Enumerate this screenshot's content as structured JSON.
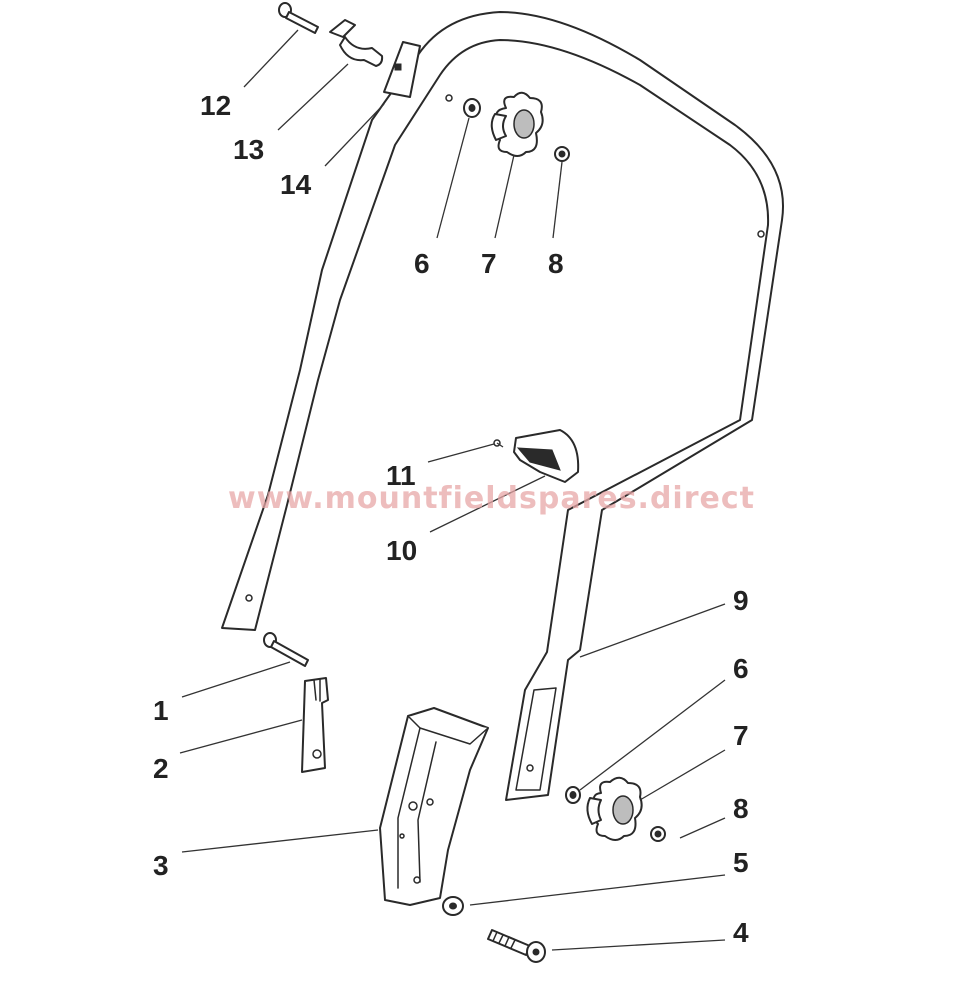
{
  "watermark": "www.mountfieldspares.direct",
  "callouts": {
    "c1": "1",
    "c2": "2",
    "c3": "3",
    "c4": "4",
    "c5": "5",
    "c6_top": "6",
    "c7_top": "7",
    "c8_top": "8",
    "c6_bottom": "6",
    "c7_bottom": "7",
    "c8_bottom": "8",
    "c9": "9",
    "c10": "10",
    "c11": "11",
    "c12": "12",
    "c13": "13",
    "c14": "14"
  },
  "colors": {
    "line": "#2a2a2a",
    "watermark": "#e8a7a7"
  }
}
